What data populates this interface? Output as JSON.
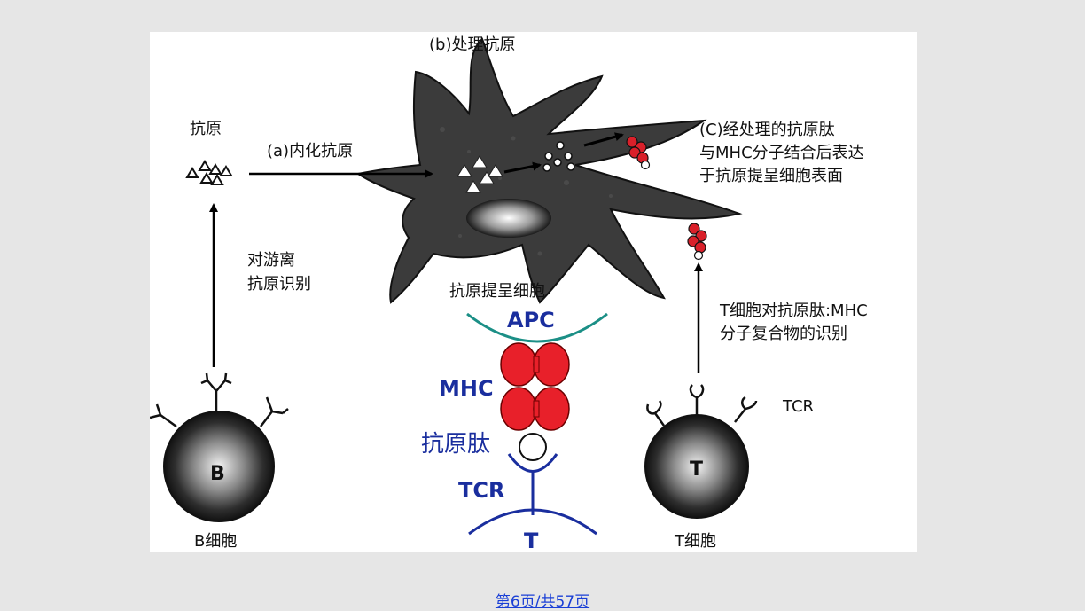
{
  "labels": {
    "antigen": "抗原",
    "internalize": "(a)内化抗原",
    "process": "(b)处理抗原",
    "present_1": "(C)经处理的抗原肽",
    "present_2": "与MHC分子结合后表达",
    "present_3": "于抗原提呈细胞表面",
    "free_recog_1": "对游离",
    "free_recog_2": "抗原识别",
    "apc_cn": "抗原提呈细胞",
    "apc": "APC",
    "mhc": "MHC",
    "peptide": "抗原肽",
    "tcr_blue": "TCR",
    "t_blue": "T",
    "t_recog_1": "T细胞对抗原肽:MHC",
    "t_recog_2": "分子复合物的识别",
    "tcr_right": "TCR",
    "b_letter": "B",
    "t_letter": "T",
    "b_cell": "B细胞",
    "t_cell": "T细胞"
  },
  "footer": "第6页/共57页",
  "colors": {
    "mhc_red": "#e8202a",
    "label_blue": "#1a2e9e",
    "apc_teal": "#1b8f86",
    "footer_blue": "#1a3fd6",
    "cell_dark": "#3a3a3a"
  }
}
